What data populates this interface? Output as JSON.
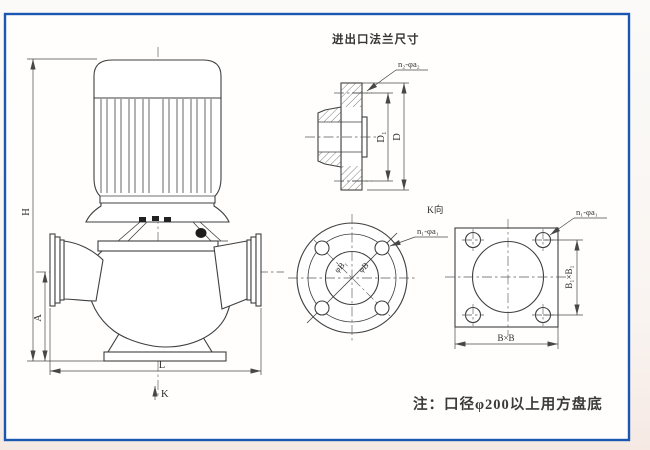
{
  "colors": {
    "border": "#1a57b0",
    "line": "#3f3f3f",
    "paper": "#fffefd",
    "margin": "#f6efeb"
  },
  "pump_view": {
    "dim_height": "H",
    "dim_inlet_height": "A",
    "dim_length": "L",
    "view_label": "K"
  },
  "flange_detail": {
    "title": "进出口法兰尺寸",
    "bolt_callout": "n₂-φa₂",
    "dim_bolt_circle": "D₁",
    "dim_outer": "D"
  },
  "k_view": {
    "label": "K向",
    "bolt_callout": "n₁-φa₁",
    "dim_bolt_circle": "φB₁",
    "dim_outer": "φB"
  },
  "square_base": {
    "bolt_callout": "n₁-φa₁",
    "dim_bolt_spacing": "B₁×B₁",
    "dim_outer": "B×B"
  },
  "note": "注：口径φ200以上用方盘底"
}
